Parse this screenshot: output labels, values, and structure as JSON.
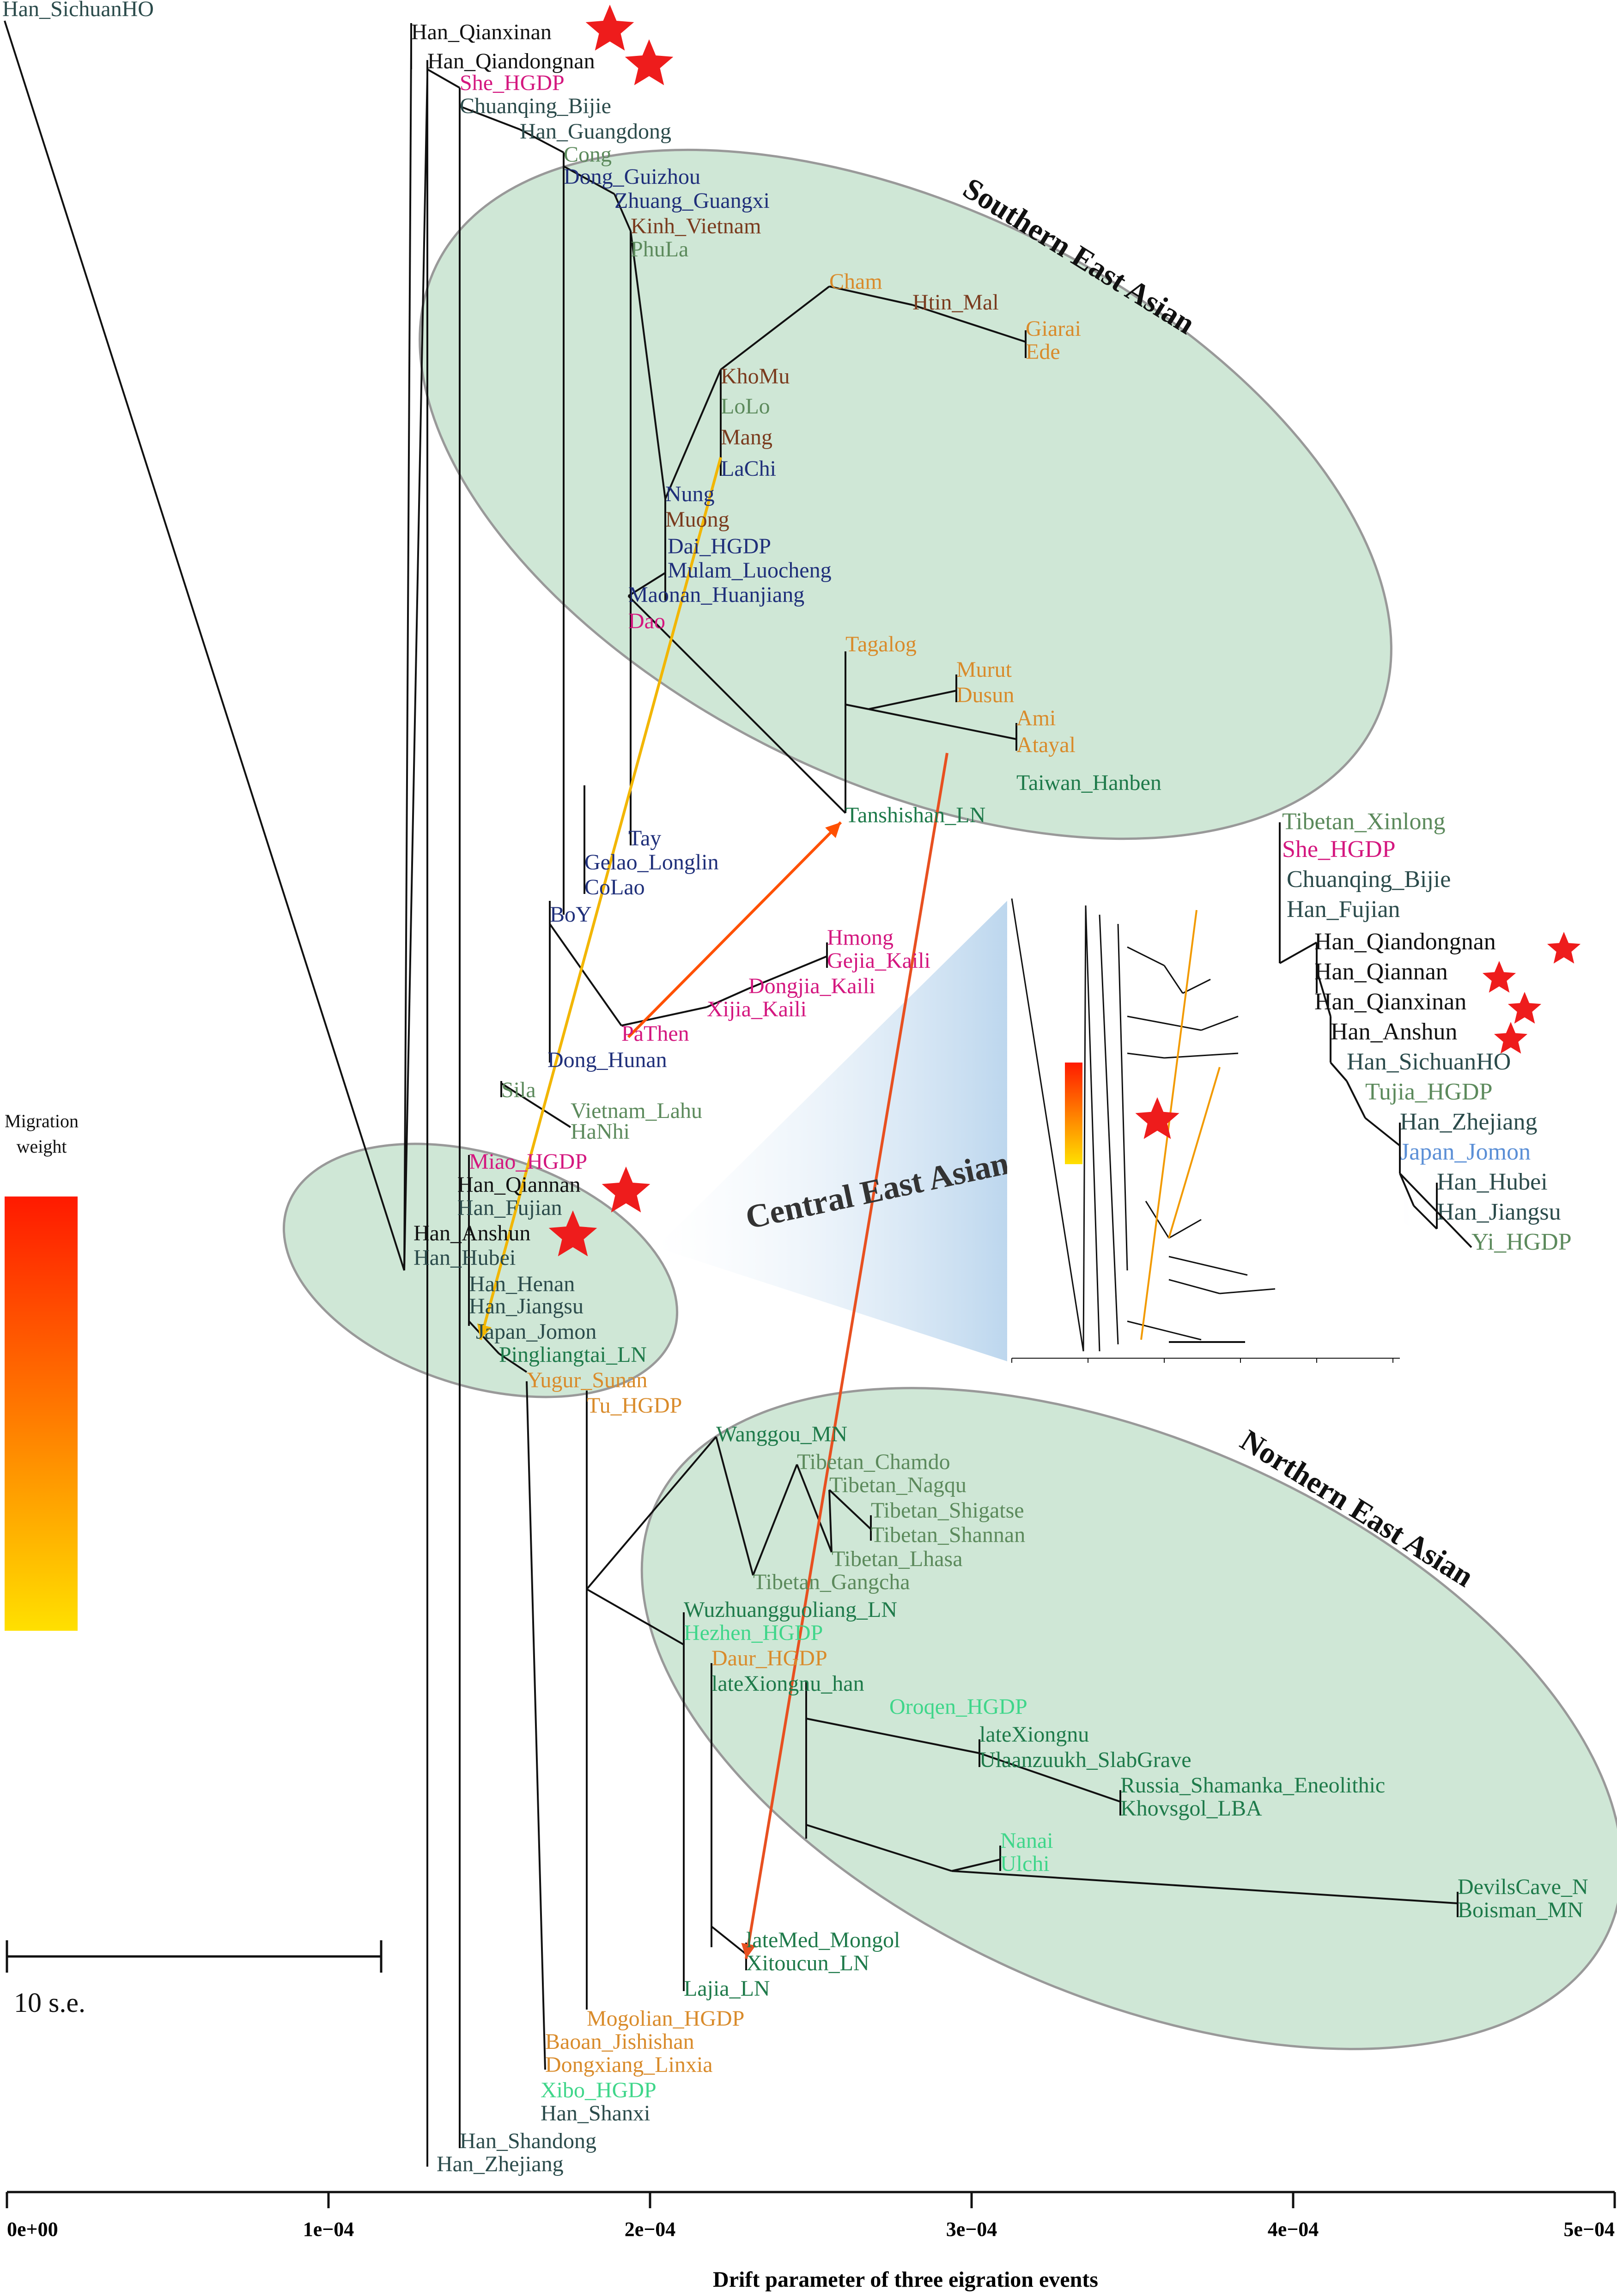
{
  "chart_data": {
    "type": "tree",
    "xlabel": "Drift parameter of three eigration events",
    "xlim": [
      0,
      0.0005
    ],
    "x_ticks": [
      "0e+00",
      "1e−04",
      "2e−04",
      "3e−04",
      "4e−04",
      "5e−04"
    ],
    "legend": {
      "title_lines": [
        "Migration",
        "weight"
      ],
      "colors": [
        "#ff1a00",
        "#ffe000"
      ]
    },
    "scale_bar": "10 s.e.",
    "regions": [
      "Southern East Asian",
      "Central East Asian",
      "Northern East Asian"
    ],
    "leaves": [
      {
        "name": "Han_SichuanHO",
        "color": "#2b4b4b"
      },
      {
        "name": "Han_Qianxinan",
        "color": "#111111",
        "starred": true
      },
      {
        "name": "Han_Qiandongnan",
        "color": "#111111",
        "starred": true
      },
      {
        "name": "She_HGDP",
        "color": "#d4177f"
      },
      {
        "name": "Chuanqing_Bijie",
        "color": "#2b4b4b"
      },
      {
        "name": "Han_Guangdong",
        "color": "#2b4b4b"
      },
      {
        "name": "Cong",
        "color": "#5c8a5c"
      },
      {
        "name": "Dong_Guizhou",
        "color": "#1f2f7a"
      },
      {
        "name": "Zhuang_Guangxi",
        "color": "#1f2f7a"
      },
      {
        "name": "Kinh_Vietnam",
        "color": "#7a3b1e"
      },
      {
        "name": "PhuLa",
        "color": "#5c8a5c"
      },
      {
        "name": "Cham",
        "color": "#d98b2b"
      },
      {
        "name": "Htin_Mal",
        "color": "#7a3b1e"
      },
      {
        "name": "Giarai",
        "color": "#d98b2b"
      },
      {
        "name": "Ede",
        "color": "#d98b2b"
      },
      {
        "name": "KhoMu",
        "color": "#7a3b1e"
      },
      {
        "name": "LoLo",
        "color": "#5c8a5c"
      },
      {
        "name": "Mang",
        "color": "#7a3b1e"
      },
      {
        "name": "LaChi",
        "color": "#1f2f7a"
      },
      {
        "name": "Nung",
        "color": "#1f2f7a"
      },
      {
        "name": "Muong",
        "color": "#7a3b1e"
      },
      {
        "name": "Dai_HGDP",
        "color": "#1f2f7a"
      },
      {
        "name": "Mulam_Luocheng",
        "color": "#1f2f7a"
      },
      {
        "name": "Maonan_Huanjiang",
        "color": "#1f2f7a"
      },
      {
        "name": "Dao",
        "color": "#d4177f"
      },
      {
        "name": "Tagalog",
        "color": "#d98b2b"
      },
      {
        "name": "Murut",
        "color": "#d98b2b"
      },
      {
        "name": "Dusun",
        "color": "#d98b2b"
      },
      {
        "name": "Ami",
        "color": "#d98b2b"
      },
      {
        "name": "Atayal",
        "color": "#d98b2b"
      },
      {
        "name": "Taiwan_Hanben",
        "color": "#1e7a4a"
      },
      {
        "name": "Tanshishan_LN",
        "color": "#1e7a4a"
      },
      {
        "name": "Tay",
        "color": "#1f2f7a"
      },
      {
        "name": "Gelao_Longlin",
        "color": "#1f2f7a"
      },
      {
        "name": "CoLao",
        "color": "#1f2f7a"
      },
      {
        "name": "BoY",
        "color": "#1f2f7a"
      },
      {
        "name": "Hmong",
        "color": "#d4177f"
      },
      {
        "name": "Gejia_Kaili",
        "color": "#d4177f"
      },
      {
        "name": "Dongjia_Kaili",
        "color": "#d4177f"
      },
      {
        "name": "Xijia_Kaili",
        "color": "#d4177f"
      },
      {
        "name": "PaThen",
        "color": "#d4177f"
      },
      {
        "name": "Dong_Hunan",
        "color": "#1f2f7a"
      },
      {
        "name": "Sila",
        "color": "#5c8a5c"
      },
      {
        "name": "Vietnam_Lahu",
        "color": "#5c8a5c"
      },
      {
        "name": "HaNhi",
        "color": "#5c8a5c"
      },
      {
        "name": "Miao_HGDP",
        "color": "#d4177f"
      },
      {
        "name": "Han_Qiannan",
        "color": "#111111",
        "starred": true
      },
      {
        "name": "Han_Fujian",
        "color": "#2b4b4b"
      },
      {
        "name": "Han_Anshun",
        "color": "#111111",
        "starred": true
      },
      {
        "name": "Han_Hubei",
        "color": "#2b4b4b"
      },
      {
        "name": "Han_Henan",
        "color": "#2b4b4b"
      },
      {
        "name": "Han_Jiangsu",
        "color": "#2b4b4b"
      },
      {
        "name": "Japan_Jomon",
        "color": "#2b4b4b"
      },
      {
        "name": "Pingliangtai_LN",
        "color": "#1e7a4a"
      },
      {
        "name": "Yugur_Sunan",
        "color": "#d98b2b"
      },
      {
        "name": "Tu_HGDP",
        "color": "#d98b2b"
      },
      {
        "name": "Wanggou_MN",
        "color": "#1e7a4a"
      },
      {
        "name": "Tibetan_Chamdo",
        "color": "#5c8a5c"
      },
      {
        "name": "Tibetan_Nagqu",
        "color": "#5c8a5c"
      },
      {
        "name": "Tibetan_Shigatse",
        "color": "#5c8a5c"
      },
      {
        "name": "Tibetan_Shannan",
        "color": "#5c8a5c"
      },
      {
        "name": "Tibetan_Lhasa",
        "color": "#5c8a5c"
      },
      {
        "name": "Tibetan_Gangcha",
        "color": "#5c8a5c"
      },
      {
        "name": "Wuzhuangguoliang_LN",
        "color": "#1e7a4a"
      },
      {
        "name": "Hezhen_HGDP",
        "color": "#3fd68a"
      },
      {
        "name": "Daur_HGDP",
        "color": "#d98b2b"
      },
      {
        "name": "lateXiongnu_han",
        "color": "#1e7a4a"
      },
      {
        "name": "Oroqen_HGDP",
        "color": "#3fd68a"
      },
      {
        "name": "lateXiongnu",
        "color": "#1e7a4a"
      },
      {
        "name": "Ulaanzuukh_SlabGrave",
        "color": "#1e7a4a"
      },
      {
        "name": "Russia_Shamanka_Eneolithic",
        "color": "#1e7a4a"
      },
      {
        "name": "Khovsgol_LBA",
        "color": "#1e7a4a"
      },
      {
        "name": "Nanai",
        "color": "#3fd68a"
      },
      {
        "name": "Ulchi",
        "color": "#3fd68a"
      },
      {
        "name": "DevilsCave_N",
        "color": "#1e7a4a"
      },
      {
        "name": "Boisman_MN",
        "color": "#1e7a4a"
      },
      {
        "name": "lateMed_Mongol",
        "color": "#1e7a4a"
      },
      {
        "name": "Xitoucun_LN",
        "color": "#1e7a4a"
      },
      {
        "name": "Lajia_LN",
        "color": "#1e7a4a"
      },
      {
        "name": "Mogolian_HGDP",
        "color": "#d98b2b"
      },
      {
        "name": "Baoan_Jishishan",
        "color": "#d98b2b"
      },
      {
        "name": "Dongxiang_Linxia",
        "color": "#d98b2b"
      },
      {
        "name": "Xibo_HGDP",
        "color": "#3fd68a"
      },
      {
        "name": "Han_Shanxi",
        "color": "#2b4b4b"
      },
      {
        "name": "Han_Shandong",
        "color": "#2b4b4b"
      },
      {
        "name": "Han_Zhejiang",
        "color": "#2b4b4b"
      }
    ],
    "inset_leaves": [
      {
        "name": "Tibetan_Xinlong",
        "color": "#5c8a5c"
      },
      {
        "name": "She_HGDP",
        "color": "#d4177f"
      },
      {
        "name": "Chuanqing_Bijie",
        "color": "#2b4b4b"
      },
      {
        "name": "Han_Fujian",
        "color": "#2b4b4b"
      },
      {
        "name": "Han_Qiandongnan",
        "color": "#111111",
        "starred": true
      },
      {
        "name": "Han_Qiannan",
        "color": "#111111",
        "starred": true
      },
      {
        "name": "Han_Qianxinan",
        "color": "#111111",
        "starred": true
      },
      {
        "name": "Han_Anshun",
        "color": "#111111",
        "starred": true
      },
      {
        "name": "Han_SichuanHO",
        "color": "#2b4b4b"
      },
      {
        "name": "Tujia_HGDP",
        "color": "#5c8a5c"
      },
      {
        "name": "Han_Zhejiang",
        "color": "#2b4b4b"
      },
      {
        "name": "Japan_Jomon",
        "color": "#5b8fd6"
      },
      {
        "name": "Han_Hubei",
        "color": "#2b4b4b"
      },
      {
        "name": "Han_Jiangsu",
        "color": "#2b4b4b"
      },
      {
        "name": "Yi_HGDP",
        "color": "#5c8a5c"
      }
    ]
  }
}
